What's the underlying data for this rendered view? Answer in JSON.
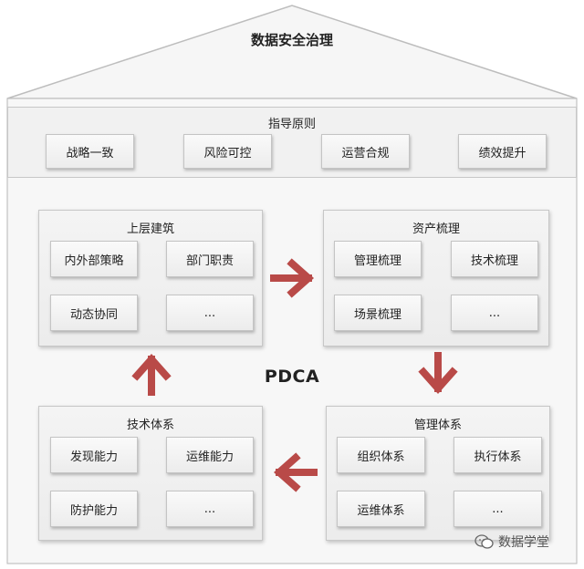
{
  "roof": {
    "title": "数据安全治理"
  },
  "principles": {
    "title": "指导原则",
    "items": [
      "战略一致",
      "风险可控",
      "运营合规",
      "绩效提升"
    ]
  },
  "center_label": "PDCA",
  "quadrants": {
    "top_left": {
      "title": "上层建筑",
      "items": [
        "内外部策略",
        "部门职责",
        "动态协同",
        "..."
      ]
    },
    "top_right": {
      "title": "资产梳理",
      "items": [
        "管理梳理",
        "技术梳理",
        "场景梳理",
        "..."
      ]
    },
    "bottom_right": {
      "title": "管理体系",
      "items": [
        "组织体系",
        "执行体系",
        "运维体系",
        "..."
      ]
    },
    "bottom_left": {
      "title": "技术体系",
      "items": [
        "发现能力",
        "运维能力",
        "防护能力",
        "..."
      ]
    }
  },
  "watermark": {
    "text": "数据学堂",
    "icon": "wechat-icon"
  },
  "colors": {
    "arrow": "#b94a48",
    "panel": "#efefef",
    "border": "#c7c7c7"
  }
}
